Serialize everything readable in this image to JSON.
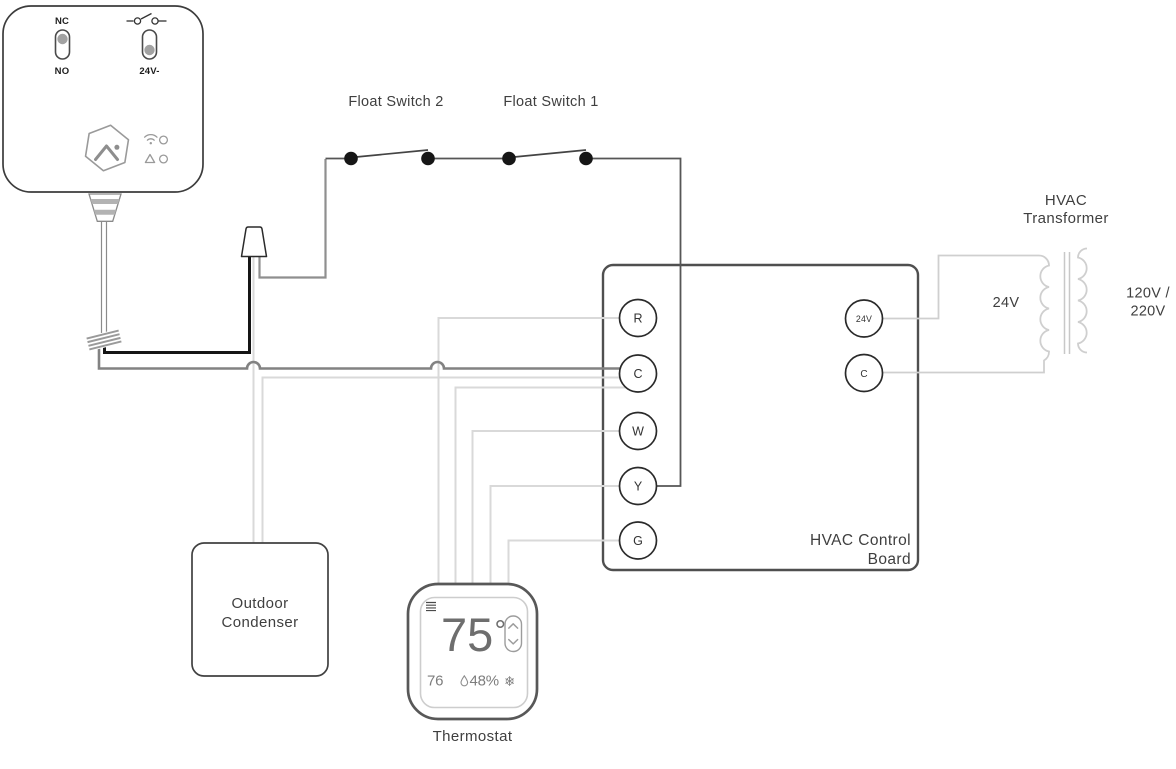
{
  "sensor_device": {
    "switch1_top_label": "NC",
    "switch1_bottom_label": "NO",
    "switch2_bottom_label": "24V-"
  },
  "float_switches": {
    "switch2_label": "Float Switch 2",
    "switch1_label": "Float Switch 1"
  },
  "control_board": {
    "title_line1": "HVAC Control",
    "title_line2": "Board",
    "terminals": {
      "r": "R",
      "c": "C",
      "w": "W",
      "y": "Y",
      "g": "G",
      "v24": "24V",
      "c2": "C"
    }
  },
  "transformer": {
    "title_line1": "HVAC",
    "title_line2": "Transformer",
    "primary_label": "24V",
    "secondary_label_line1": "120V /",
    "secondary_label_line2": "220V"
  },
  "condenser": {
    "label_line1": "Outdoor",
    "label_line2": "Condenser"
  },
  "thermostat": {
    "label": "Thermostat",
    "current_temp": "75",
    "degree_symbol": "°",
    "secondary_temp": "76",
    "humidity": "48%",
    "mode_icon": "❄"
  },
  "colors": {
    "wire_black": "#151515",
    "wire_dark_gray": "#828282",
    "wire_medium_gray": "#565656",
    "wire_light_gray": "#d9d9d9",
    "wire_transformer": "#cfcfcf",
    "outline": "#4f4f4f"
  }
}
